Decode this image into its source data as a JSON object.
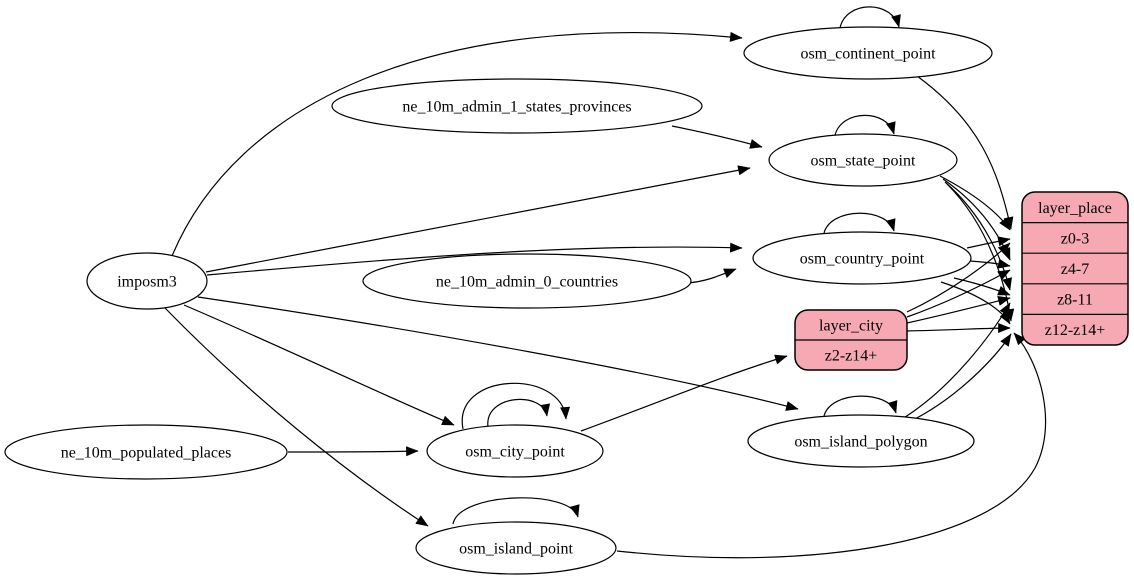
{
  "diagram": {
    "kind": "etl-graph",
    "colors": {
      "background": "#ffffff",
      "node_fill": "#ffffff",
      "record_fill": "#f7a9b3",
      "stroke": "#000000",
      "text": "#000000"
    },
    "nodes": [
      {
        "id": "imposm3",
        "shape": "ellipse",
        "label": "imposm3"
      },
      {
        "id": "ne_10m_admin_1_states_provinces",
        "shape": "ellipse",
        "label": "ne_10m_admin_1_states_provinces"
      },
      {
        "id": "ne_10m_admin_0_countries",
        "shape": "ellipse",
        "label": "ne_10m_admin_0_countries"
      },
      {
        "id": "ne_10m_populated_places",
        "shape": "ellipse",
        "label": "ne_10m_populated_places"
      },
      {
        "id": "osm_continent_point",
        "shape": "ellipse",
        "label": "osm_continent_point"
      },
      {
        "id": "osm_state_point",
        "shape": "ellipse",
        "label": "osm_state_point"
      },
      {
        "id": "osm_country_point",
        "shape": "ellipse",
        "label": "osm_country_point"
      },
      {
        "id": "osm_city_point",
        "shape": "ellipse",
        "label": "osm_city_point"
      },
      {
        "id": "osm_island_polygon",
        "shape": "ellipse",
        "label": "osm_island_polygon"
      },
      {
        "id": "osm_island_point",
        "shape": "ellipse",
        "label": "osm_island_point"
      },
      {
        "id": "layer_city",
        "shape": "record",
        "rows": [
          "layer_city",
          "z2-z14+"
        ]
      },
      {
        "id": "layer_place",
        "shape": "record",
        "rows": [
          "layer_place",
          "z0-3",
          "z4-7",
          "z8-11",
          "z12-z14+"
        ]
      }
    ],
    "edges": [
      {
        "from": "imposm3",
        "to": "osm_continent_point"
      },
      {
        "from": "imposm3",
        "to": "osm_state_point"
      },
      {
        "from": "imposm3",
        "to": "osm_country_point"
      },
      {
        "from": "imposm3",
        "to": "osm_city_point"
      },
      {
        "from": "imposm3",
        "to": "osm_island_polygon"
      },
      {
        "from": "imposm3",
        "to": "osm_island_point"
      },
      {
        "from": "ne_10m_admin_1_states_provinces",
        "to": "osm_state_point"
      },
      {
        "from": "ne_10m_admin_0_countries",
        "to": "osm_country_point"
      },
      {
        "from": "ne_10m_populated_places",
        "to": "osm_city_point"
      },
      {
        "from": "osm_continent_point",
        "to": "osm_continent_point"
      },
      {
        "from": "osm_state_point",
        "to": "osm_state_point"
      },
      {
        "from": "osm_country_point",
        "to": "osm_country_point"
      },
      {
        "from": "osm_city_point",
        "to": "osm_city_point",
        "n": 1
      },
      {
        "from": "osm_city_point",
        "to": "osm_city_point",
        "n": 2
      },
      {
        "from": "osm_island_polygon",
        "to": "osm_island_polygon"
      },
      {
        "from": "osm_island_point",
        "to": "osm_island_point"
      },
      {
        "from": "osm_city_point",
        "to": "layer_city",
        "port": "z2-z14+"
      },
      {
        "from": "osm_continent_point",
        "to": "layer_place",
        "port": "z0-3"
      },
      {
        "from": "osm_state_point",
        "to": "layer_place",
        "port": "z0-3"
      },
      {
        "from": "osm_state_point",
        "to": "layer_place",
        "port": "z4-7"
      },
      {
        "from": "osm_state_point",
        "to": "layer_place",
        "port": "z8-11"
      },
      {
        "from": "osm_state_point",
        "to": "layer_place",
        "port": "z12-z14+"
      },
      {
        "from": "osm_country_point",
        "to": "layer_place",
        "port": "z0-3"
      },
      {
        "from": "osm_country_point",
        "to": "layer_place",
        "port": "z4-7"
      },
      {
        "from": "osm_country_point",
        "to": "layer_place",
        "port": "z8-11"
      },
      {
        "from": "osm_country_point",
        "to": "layer_place",
        "port": "z12-z14+"
      },
      {
        "from": "layer_city",
        "to": "layer_place",
        "port": "z0-3"
      },
      {
        "from": "layer_city",
        "to": "layer_place",
        "port": "z4-7"
      },
      {
        "from": "layer_city",
        "to": "layer_place",
        "port": "z8-11"
      },
      {
        "from": "layer_city",
        "to": "layer_place",
        "port": "z12-z14+"
      },
      {
        "from": "osm_island_polygon",
        "to": "layer_place",
        "port": "z8-11"
      },
      {
        "from": "osm_island_polygon",
        "to": "layer_place",
        "port": "z12-z14+"
      },
      {
        "from": "osm_island_point",
        "to": "layer_place",
        "port": "z12-z14+"
      }
    ]
  }
}
